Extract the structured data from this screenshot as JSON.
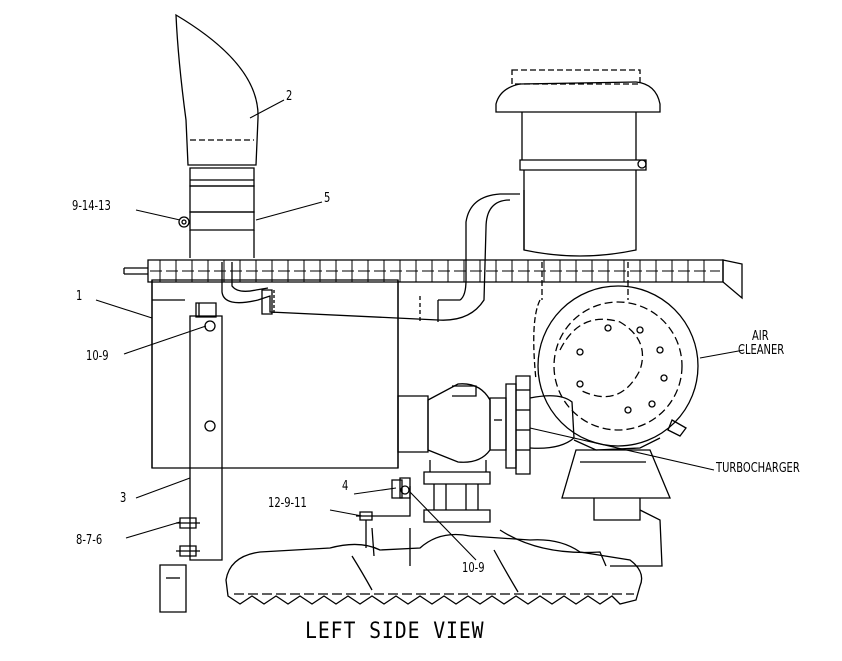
{
  "title": "LEFT SIDE VIEW",
  "callouts": {
    "c2": "2",
    "c5": "5",
    "c9_14_13": "9-14-13",
    "c1": "1",
    "c10_9_top": "10-9",
    "c3": "3",
    "c8_7_6": "8-7-6",
    "c4": "4",
    "c12_9_11": "12-9-11",
    "c10_9_bottom": "10-9",
    "air_cleaner_line1": "AIR",
    "air_cleaner_line2": "CLEANER",
    "turbocharger": "TURBOCHARGER"
  }
}
